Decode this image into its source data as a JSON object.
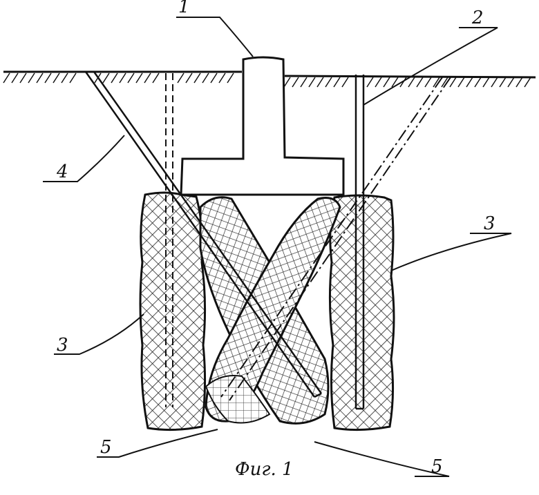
{
  "labels": {
    "l1": "1",
    "l2": "2",
    "l3a": "3",
    "l3b": "3",
    "l4": "4",
    "l5a": "5",
    "l5b": "5"
  },
  "caption": "Фиг. 1",
  "colors": {
    "ink": "#111111",
    "paper": "#ffffff",
    "hatch": "#222222"
  }
}
